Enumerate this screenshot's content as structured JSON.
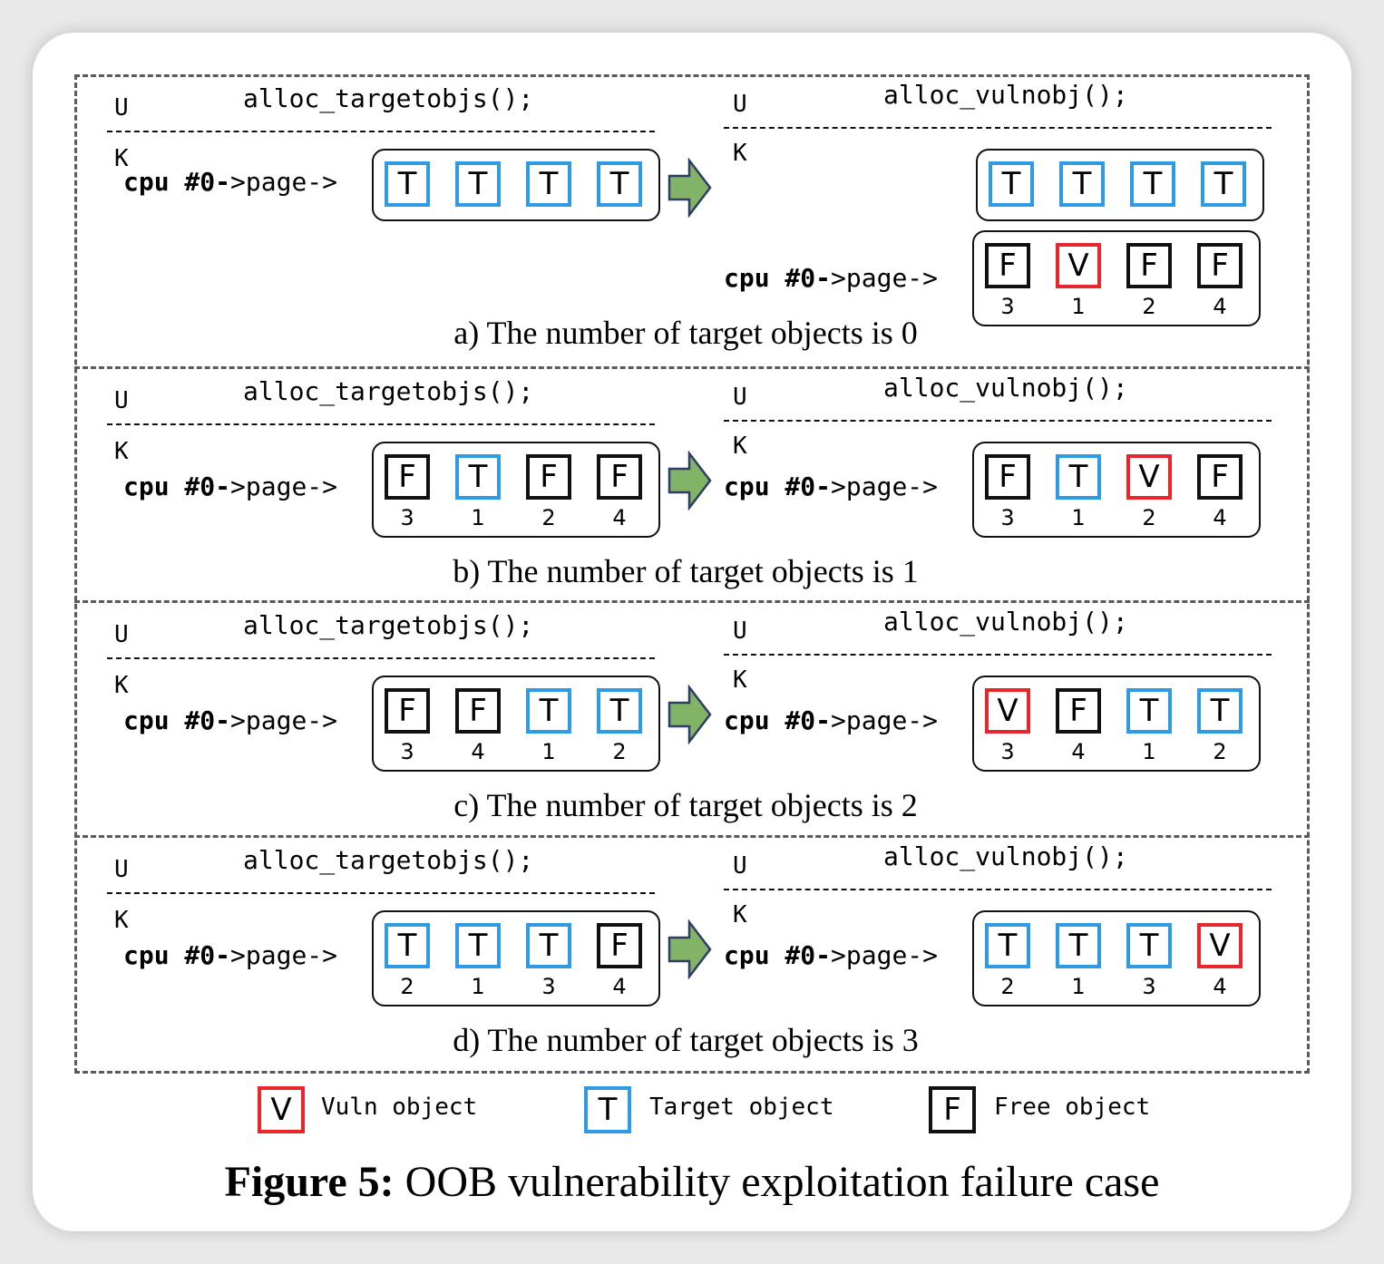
{
  "colors": {
    "vuln": "#e8262b",
    "target": "#2f9be4",
    "free": "#111111",
    "arrow_fill": "#82b366",
    "arrow_stroke": "#2d3d63"
  },
  "labels": {
    "user": "U",
    "kernel": "K",
    "alloc_targets": "alloc_targetobjs();",
    "alloc_vuln": "alloc_vulnobj();",
    "ptr_cpu": "cpu #0-",
    "ptr_rest": ">page->"
  },
  "panels": [
    {
      "caption": "a) The number of target objects is 0",
      "left_page": {
        "objects": [
          {
            "type": "T",
            "label": "T",
            "num": ""
          },
          {
            "type": "T",
            "label": "T",
            "num": ""
          },
          {
            "type": "T",
            "label": "T",
            "num": ""
          },
          {
            "type": "T",
            "label": "T",
            "num": ""
          }
        ]
      },
      "right_pages": [
        {
          "pointer": false,
          "objects": [
            {
              "type": "T",
              "label": "T",
              "num": ""
            },
            {
              "type": "T",
              "label": "T",
              "num": ""
            },
            {
              "type": "T",
              "label": "T",
              "num": ""
            },
            {
              "type": "T",
              "label": "T",
              "num": ""
            }
          ]
        },
        {
          "pointer": true,
          "objects": [
            {
              "type": "F",
              "label": "F",
              "num": "3"
            },
            {
              "type": "V",
              "label": "V",
              "num": "1"
            },
            {
              "type": "F",
              "label": "F",
              "num": "2"
            },
            {
              "type": "F",
              "label": "F",
              "num": "4"
            }
          ]
        }
      ]
    },
    {
      "caption": "b) The number of target objects is 1",
      "left_page": {
        "objects": [
          {
            "type": "F",
            "label": "F",
            "num": "3"
          },
          {
            "type": "T",
            "label": "T",
            "num": "1"
          },
          {
            "type": "F",
            "label": "F",
            "num": "2"
          },
          {
            "type": "F",
            "label": "F",
            "num": "4"
          }
        ]
      },
      "right_pages": [
        {
          "pointer": true,
          "objects": [
            {
              "type": "F",
              "label": "F",
              "num": "3"
            },
            {
              "type": "T",
              "label": "T",
              "num": "1"
            },
            {
              "type": "V",
              "label": "V",
              "num": "2"
            },
            {
              "type": "F",
              "label": "F",
              "num": "4"
            }
          ]
        }
      ]
    },
    {
      "caption": "c) The number of target objects is 2",
      "left_page": {
        "objects": [
          {
            "type": "F",
            "label": "F",
            "num": "3"
          },
          {
            "type": "F",
            "label": "F",
            "num": "4"
          },
          {
            "type": "T",
            "label": "T",
            "num": "1"
          },
          {
            "type": "T",
            "label": "T",
            "num": "2"
          }
        ]
      },
      "right_pages": [
        {
          "pointer": true,
          "objects": [
            {
              "type": "V",
              "label": "V",
              "num": "3"
            },
            {
              "type": "F",
              "label": "F",
              "num": "4"
            },
            {
              "type": "T",
              "label": "T",
              "num": "1"
            },
            {
              "type": "T",
              "label": "T",
              "num": "2"
            }
          ]
        }
      ]
    },
    {
      "caption": "d) The number of target objects is 3",
      "left_page": {
        "objects": [
          {
            "type": "T",
            "label": "T",
            "num": "2"
          },
          {
            "type": "T",
            "label": "T",
            "num": "1"
          },
          {
            "type": "T",
            "label": "T",
            "num": "3"
          },
          {
            "type": "F",
            "label": "F",
            "num": "4"
          }
        ]
      },
      "right_pages": [
        {
          "pointer": true,
          "objects": [
            {
              "type": "T",
              "label": "T",
              "num": "2"
            },
            {
              "type": "T",
              "label": "T",
              "num": "1"
            },
            {
              "type": "T",
              "label": "T",
              "num": "3"
            },
            {
              "type": "V",
              "label": "V",
              "num": "4"
            }
          ]
        }
      ]
    }
  ],
  "legend": [
    {
      "type": "V",
      "symbol": "V",
      "label": "Vuln object"
    },
    {
      "type": "T",
      "symbol": "T",
      "label": "Target object"
    },
    {
      "type": "F",
      "symbol": "F",
      "label": "Free object"
    }
  ],
  "figure_caption": {
    "prefix": "Figure 5:",
    "text": " OOB vulnerability exploitation failure case"
  }
}
